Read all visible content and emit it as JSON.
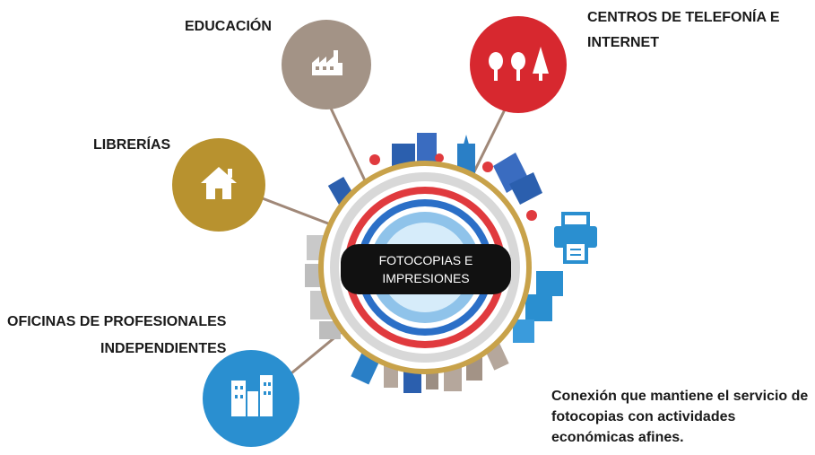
{
  "labels": {
    "educacion": "EDUCACIÓN",
    "centros_line1": "CENTROS DE TELEFONÍA E",
    "centros_line2": "INTERNET",
    "librerias": "LIBRERÍAS",
    "oficinas_line1": "OFICINAS DE PROFESIONALES",
    "oficinas_line2": "INDEPENDIENTES"
  },
  "center": {
    "line1": "FOTOCOPIAS E",
    "line2": "IMPRESIONES"
  },
  "note": "Conexión que mantiene el servicio de fotocopias con  actividades económicas afines.",
  "colors": {
    "educacion": "#a39386",
    "centros": "#d7282f",
    "librerias": "#b8922f",
    "oficinas": "#2a8fd0",
    "ring_gold": "#c8a24a",
    "ring_red": "#e03a3e",
    "ring_blue": "#2b6fc7",
    "center_pill": "#111111"
  },
  "icons": {
    "educacion": "factory-icon",
    "centros": "trees-icon",
    "librerias": "house-icon",
    "oficinas": "office-buildings-icon",
    "printer": "printer-icon"
  }
}
